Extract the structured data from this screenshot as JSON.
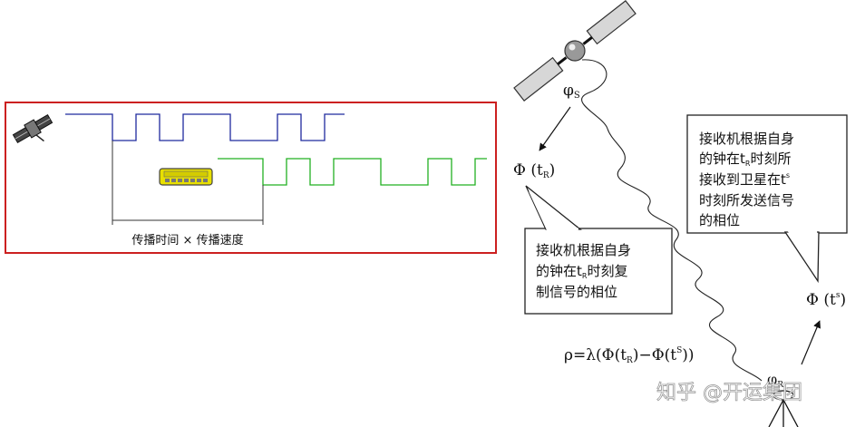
{
  "labels": {
    "delay_formula": "传播时间 × 传播速度",
    "sat_phase_symbol": "φ",
    "sat_phase_sub": "S",
    "phase_recv_main": "Φ (t",
    "phase_recv_sub": "R",
    "phase_recv_close": ")",
    "phase_sat_main": "Φ (t",
    "phase_sat_sup": "s",
    "phase_sat_close": ")",
    "rho_formula_a": "ρ=λ(Φ(t",
    "rho_formula_sub": "R",
    "rho_formula_b": ")−Φ(t",
    "rho_formula_sup": "S",
    "rho_formula_c": "))",
    "recv_phase_symbol": "φ",
    "recv_phase_sub": "R"
  },
  "callouts": {
    "left": {
      "line1": "接收机根据自身",
      "line2a": "的钟在t",
      "line2sub": "R",
      "line2b": "时刻复",
      "line3": "制信号的相位"
    },
    "right": {
      "line1": "接收机根据自身",
      "line2a": "的钟在t",
      "line2sub": "R",
      "line2b": "时刻所",
      "line3a": "接收到卫星在t",
      "line3sup": "s",
      "line4": "时刻所发送信号",
      "line5": "的相位"
    }
  },
  "watermark": "知乎 @开运集团",
  "colors": {
    "frame": "#cc2020",
    "satellite_wave": "#1f2a9e",
    "receiver_wave": "#22b022",
    "receiver_body": "#e8e000"
  }
}
